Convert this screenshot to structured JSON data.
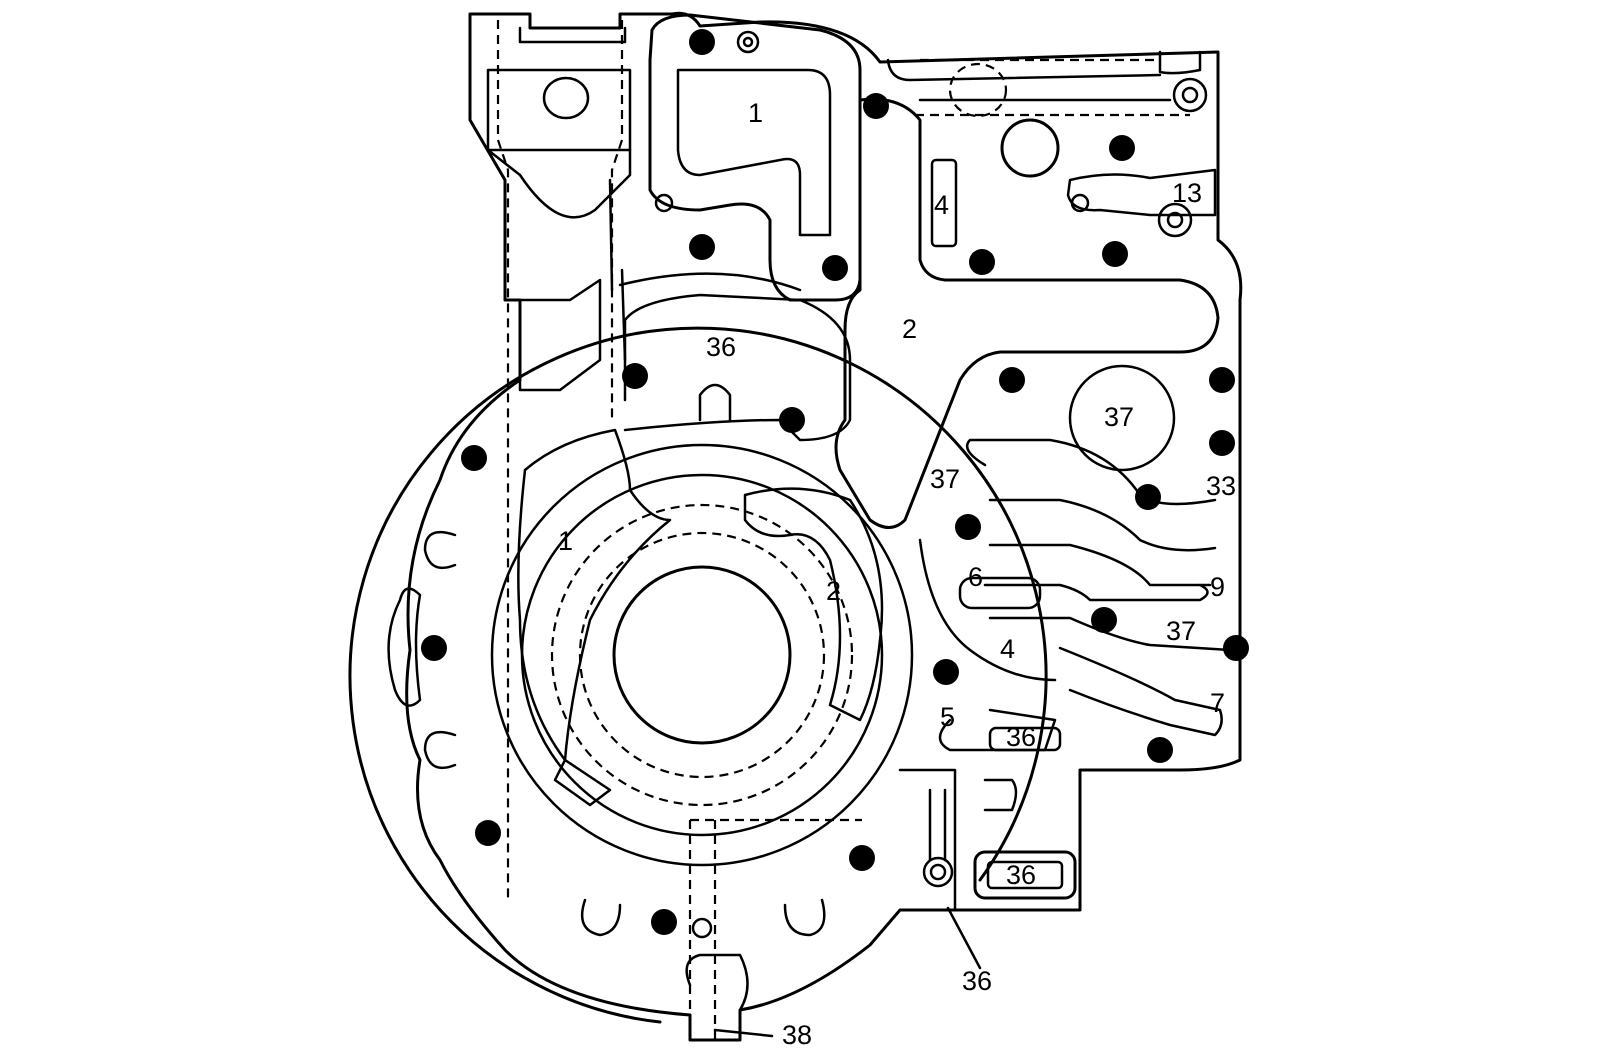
{
  "labels": {
    "l1_top": "1",
    "l4_top": "4",
    "l13": "13",
    "l2_mid": "2",
    "l36_top": "36",
    "l37_circle": "37",
    "l37_left": "37",
    "l33": "33",
    "l1_left": "1",
    "l2_ring": "2",
    "l6": "6",
    "l9": "9",
    "l37_right": "37",
    "l4_low": "4",
    "l7": "7",
    "l5": "5",
    "l36_small": "36",
    "l36_box": "36",
    "l36_callout": "36",
    "l38_callout": "38"
  }
}
